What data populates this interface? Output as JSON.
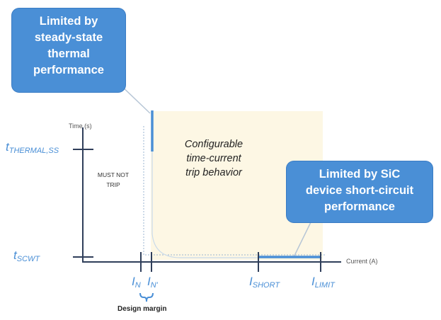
{
  "callouts": {
    "thermal": [
      "Limited by",
      "steady-state",
      "thermal",
      "performance"
    ],
    "sic": [
      "Limited by SiC",
      "device short-circuit",
      "performance"
    ]
  },
  "axes": {
    "y_title": "Time (s)",
    "x_title": "Current (A)"
  },
  "y_labels": {
    "thermal": {
      "main": "t",
      "sub": "THERMAL,SS"
    },
    "scwt": {
      "main": "t",
      "sub": "SCWT"
    }
  },
  "x_labels": {
    "n": {
      "main": "I",
      "sub": "N"
    },
    "n_prime": {
      "main": "I",
      "sub": "N'"
    },
    "short": {
      "main": "I",
      "sub": "SHORT"
    },
    "limit": {
      "main": "I",
      "sub": "LIMIT"
    }
  },
  "region": {
    "must_not": [
      "MUST NOT",
      "TRIP"
    ],
    "configurable": [
      "Configurable",
      "time-current",
      "trip behavior"
    ]
  },
  "design_margin": "Design margin",
  "colors": {
    "accent": "#4a8fd6",
    "region_fill": "#fdf7e4",
    "axis": "#2f3e5a"
  }
}
